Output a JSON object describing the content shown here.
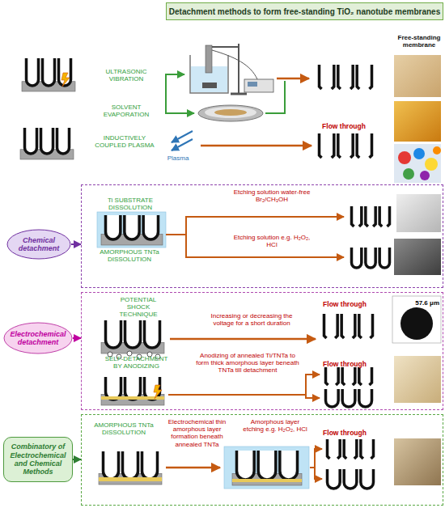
{
  "diagram": {
    "title": "Detachment methods to form free-standing TiO₂ nanotube membranes",
    "nodes": [
      {
        "text": [
          "Chemical detachment"
        ]
      },
      {
        "text": [
          "Ti SUBSTRATE DISSOLUTION",
          "Etching solution water-free Br₂/CH₃OH",
          "AMORPHOUS TNTa DISSOLUTION",
          "Etching solution e.g. H₂O₂, HCl"
        ]
      },
      {
        "text": [
          "Electrochemical detachment"
        ]
      },
      {
        "text": [
          "POTENTIAL SHOCK TECHNIQUE",
          "Increasing or decreasing the voltage for a short duration",
          "Flow through",
          "57.6 μm",
          "SELF-DETACHMENT BY ANODIZING",
          "Anodizing of annealed Ti/TNTa to form thick amorphous layer beneath TNTa till detachment",
          "Flow through"
        ]
      },
      {
        "text": [
          "Combinatory of Electrochemical and Chemical Methods"
        ]
      },
      {
        "text": [
          "AMORPHOUS TNTa DISSOLUTION",
          "Electrochemical thin amorphous layer formation beneath annealed TNTa",
          "Amorphous layer etching e.g. H₂O₂, HCl",
          "Flow through"
        ]
      }
    ],
    "edges": [
      {
        "from": 0,
        "to": 1,
        "arrow": "to"
      },
      {
        "from": 2,
        "to": 3,
        "arrow": "to"
      },
      {
        "from": 4,
        "to": 5,
        "arrow": "to"
      }
    ],
    "labels": [
      "Free-standing membrane",
      "ULTRASONIC VIBRATION",
      "SOLVENT EVAPORATION",
      "INDUCTIVELY COUPLED PLASMA",
      "Plasma",
      "Flow through"
    ]
  }
}
